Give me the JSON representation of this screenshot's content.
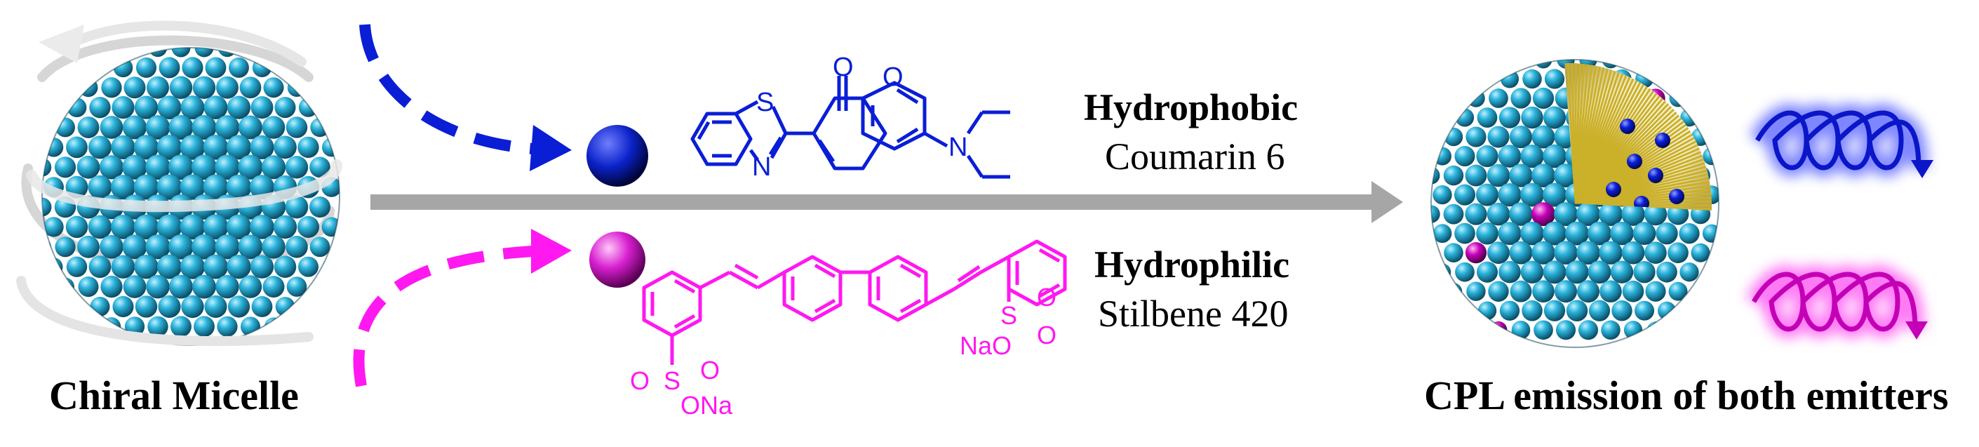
{
  "labels": {
    "chiral_micelle": "Chiral Micelle",
    "cpl_emission": "CPL emission of both emitters",
    "hydrophobic": "Hydrophobic",
    "coumarin": "Coumarin 6",
    "hydrophilic": "Hydrophilic",
    "stilbene": "Stilbene 420"
  },
  "atoms": {
    "coumarin": {
      "s": "S",
      "o": "O",
      "o_carbonyl": "O",
      "n_thiazole": "N",
      "n_amine": "N"
    },
    "stilbene": {
      "s1": "S",
      "o1a": "O",
      "o1b": "O",
      "ona1": "ONa",
      "s2": "S",
      "o2a": "O",
      "o2b": "O",
      "nao2": "NaO"
    }
  },
  "colors": {
    "micelle_head": "#1e9fc8",
    "micelle_tail": "#d8c040",
    "hydrophobic": "#0a1ed6",
    "hydrophilic": "#ff18f0",
    "main_arrow": "#a6a6a6"
  }
}
